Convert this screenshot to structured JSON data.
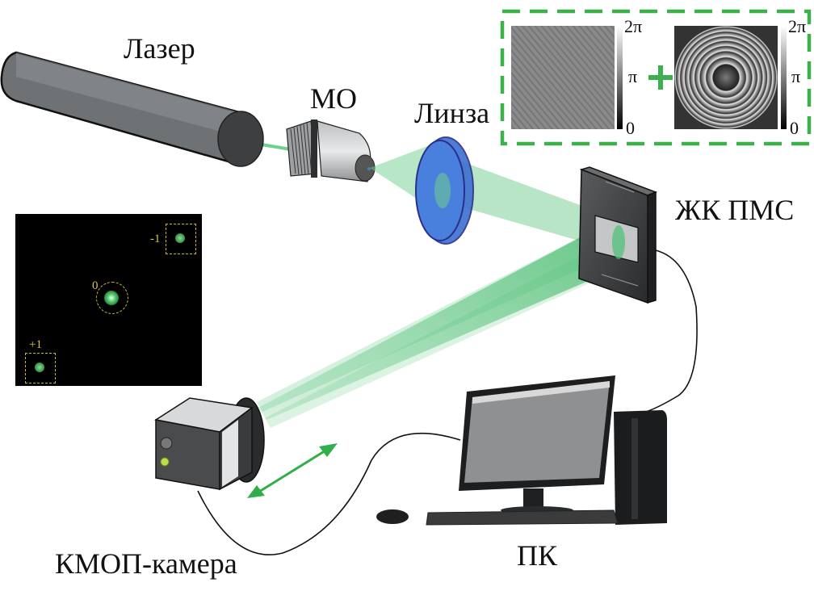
{
  "labels": {
    "laser": "Лазер",
    "mo": "МО",
    "lens": "Линза",
    "slm": "ЖК ПМС",
    "camera": "КМОП-камера",
    "pc": "ПК"
  },
  "inset_phase": {
    "colorbar_ticks": [
      "2π",
      "π",
      "0"
    ],
    "operator": "+"
  },
  "inset_diffraction": {
    "orders": [
      "-1",
      "0",
      "+1"
    ]
  },
  "colors": {
    "beam": "#52c27a",
    "dashed_frame": "#3cb04a",
    "lens": "#3d6fd1",
    "order_marker": "#d8c24a"
  }
}
